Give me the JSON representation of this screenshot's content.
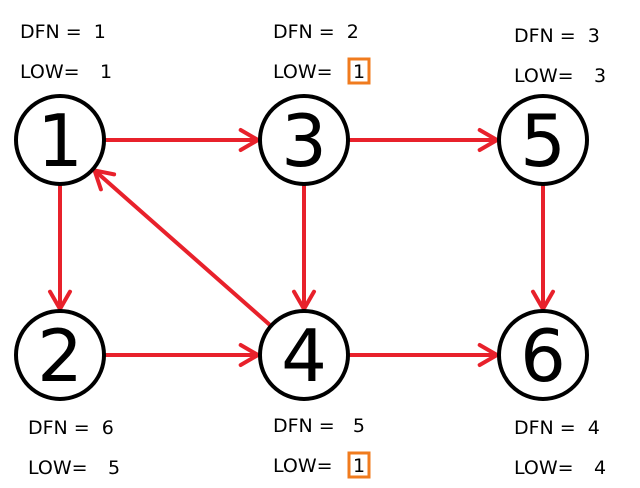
{
  "colors": {
    "edge": "#e8212b",
    "highlight": "#f07b1e"
  },
  "nodes": [
    {
      "id": "1",
      "label": "1",
      "dfn_text": "DFN =  1",
      "low_prefix": "LOW=",
      "low_value": "1",
      "low_highlighted": false
    },
    {
      "id": "3",
      "label": "3",
      "dfn_text": "DFN =  2",
      "low_prefix": "LOW=",
      "low_value": "1",
      "low_highlighted": true
    },
    {
      "id": "5",
      "label": "5",
      "dfn_text": "DFN =  3",
      "low_prefix": "LOW=",
      "low_value": "3",
      "low_highlighted": false
    },
    {
      "id": "2",
      "label": "2",
      "dfn_text": "DFN =  6",
      "low_prefix": "LOW=",
      "low_value": "5",
      "low_highlighted": false
    },
    {
      "id": "4",
      "label": "4",
      "dfn_text": "DFN =   5",
      "low_prefix": "LOW=",
      "low_value": "1",
      "low_highlighted": true
    },
    {
      "id": "6",
      "label": "6",
      "dfn_text": "DFN =  4",
      "low_prefix": "LOW=",
      "low_value": "4",
      "low_highlighted": false
    }
  ],
  "edges": [
    {
      "from": "1",
      "to": "3"
    },
    {
      "from": "3",
      "to": "5"
    },
    {
      "from": "1",
      "to": "2"
    },
    {
      "from": "3",
      "to": "4"
    },
    {
      "from": "5",
      "to": "6"
    },
    {
      "from": "2",
      "to": "4"
    },
    {
      "from": "4",
      "to": "6"
    },
    {
      "from": "4",
      "to": "1"
    }
  ]
}
